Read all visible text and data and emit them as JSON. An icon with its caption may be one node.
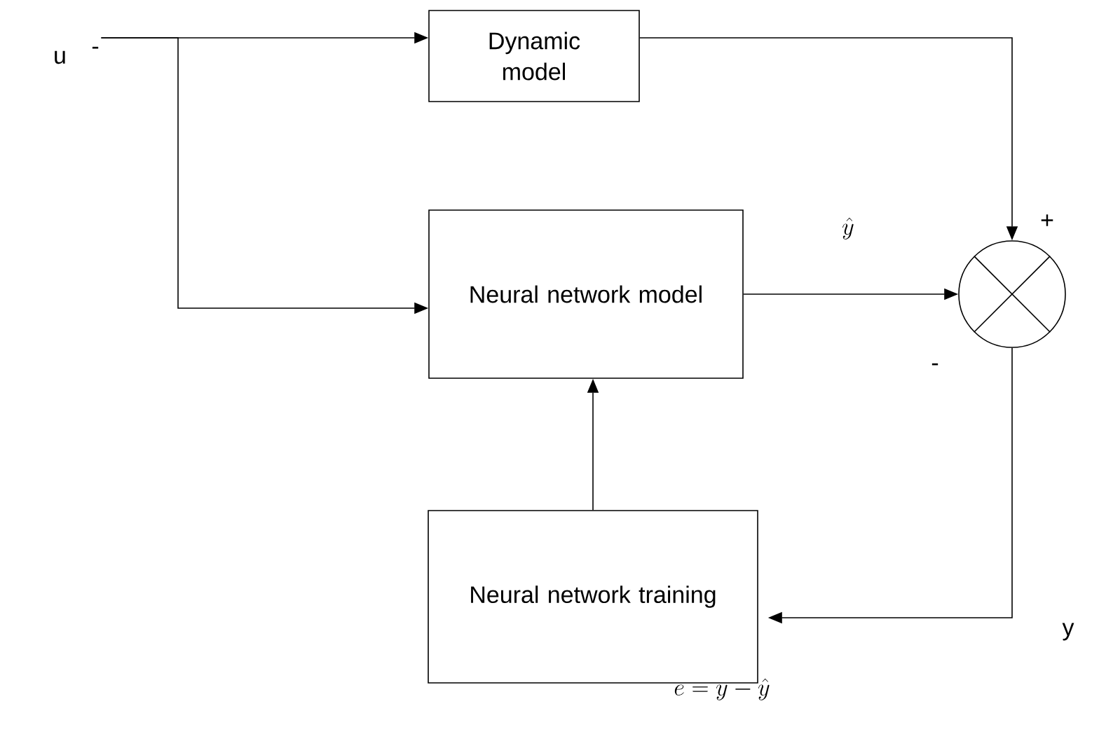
{
  "diagram": {
    "nodes": [
      {
        "text": [
          "u"
        ]
      },
      {
        "text": [
          "Dynamic model"
        ]
      },
      {
        "text": [
          "Neural network model"
        ]
      },
      {
        "text": [],
        "shape": "circle"
      },
      {
        "text": [
          "Neural network training"
        ]
      }
    ],
    "edges": [
      {
        "from": 0,
        "to": 1,
        "arrow": "to"
      },
      {
        "from": 0,
        "to": 2,
        "arrow": "to"
      },
      {
        "from": 1,
        "to": 3,
        "arrow": "to"
      },
      {
        "from": 2,
        "to": 3,
        "arrow": "to"
      },
      {
        "from": 3,
        "to": 4,
        "arrow": "to"
      },
      {
        "from": 4,
        "to": 2,
        "arrow": "to"
      }
    ],
    "labels": [
      "-",
      "\\hat{y}",
      "+",
      "-",
      "y",
      "e = y - \\hat{y}"
    ]
  }
}
